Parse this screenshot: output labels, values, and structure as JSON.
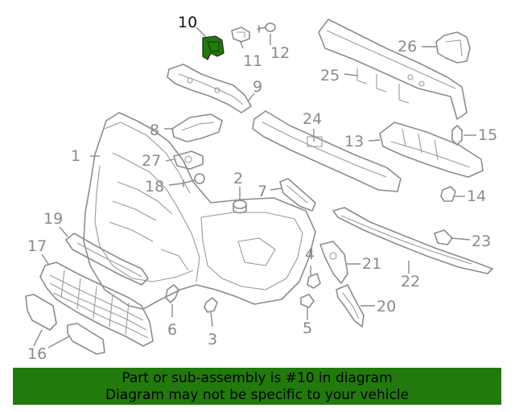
{
  "highlight_color": "#217a0b",
  "callouts": {
    "p1": "1",
    "p2": "2",
    "p3": "3",
    "p4": "4",
    "p5": "5",
    "p6": "6",
    "p7": "7",
    "p8": "8",
    "p9": "9",
    "p10": "10",
    "p11": "11",
    "p12": "12",
    "p13": "13",
    "p14": "14",
    "p15": "15",
    "p16": "16",
    "p17": "17",
    "p18": "18",
    "p19": "19",
    "p20": "20",
    "p21": "21",
    "p22": "22",
    "p23": "23",
    "p24": "24",
    "p25": "25",
    "p26": "26",
    "p27": "27"
  },
  "banner": {
    "line1": "Part or sub-assembly is #10 in diagram",
    "line2": "Diagram may not be specific to your vehicle"
  }
}
